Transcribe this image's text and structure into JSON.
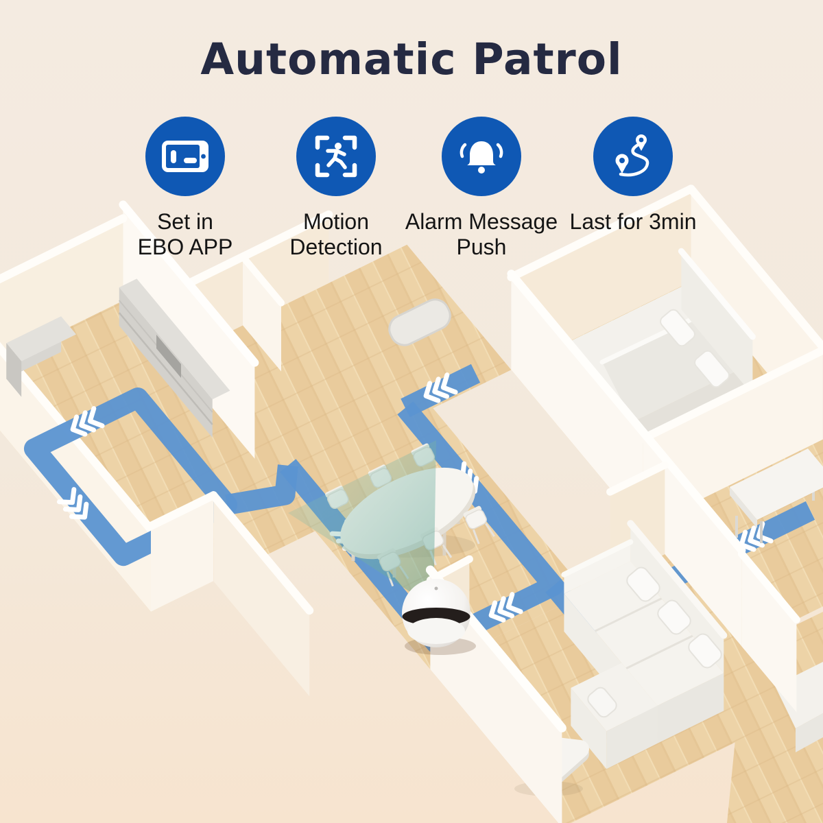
{
  "header": {
    "title": "Automatic Patrol"
  },
  "features": [
    {
      "icon": "phone-app-icon",
      "line1": "Set in",
      "line2": "EBO APP"
    },
    {
      "icon": "motion-detection-icon",
      "line1": "Motion",
      "line2": "Detection"
    },
    {
      "icon": "alarm-bell-icon",
      "line1": "Alarm Message",
      "line2": "Push"
    },
    {
      "icon": "patrol-route-icon",
      "line1": "Last for 3min",
      "line2": ""
    }
  ],
  "scene": {
    "robot": "EBO patrol robot",
    "elements": [
      "patrol-path",
      "left-room-loop",
      "dining-table",
      "bed",
      "sofa",
      "coffee-table",
      "tv-cabinet",
      "robot-light-cone"
    ],
    "colors": {
      "accent_blue": "#0f58b4",
      "path_blue": "#5b94d1",
      "wood_floor": "#ecd2a6",
      "background_cream": "#f4ebe1",
      "title_navy": "#252a42",
      "cone_teal": "#79b2a4",
      "robot_band": "#241e1c",
      "wall_white": "#fcf8f2"
    }
  }
}
